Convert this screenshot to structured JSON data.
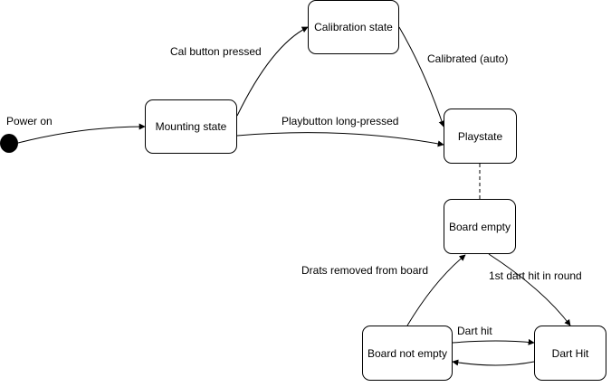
{
  "diagram": {
    "initial_label": "Power on",
    "states": {
      "mounting": "Mounting state",
      "calibration": "Calibration state",
      "playstate": "Playstate",
      "board_empty": "Board empty",
      "board_not_empty": "Board not empty",
      "dart_hit": "Dart Hit"
    },
    "transitions": {
      "cal_button": "Cal button pressed",
      "calibrated": "Calibrated (auto)",
      "play_long": "Playbutton long-pressed",
      "first_dart": "1st dart hit in round",
      "darts_removed": "Drats removed from board",
      "dart_hit": "Dart hit"
    }
  }
}
